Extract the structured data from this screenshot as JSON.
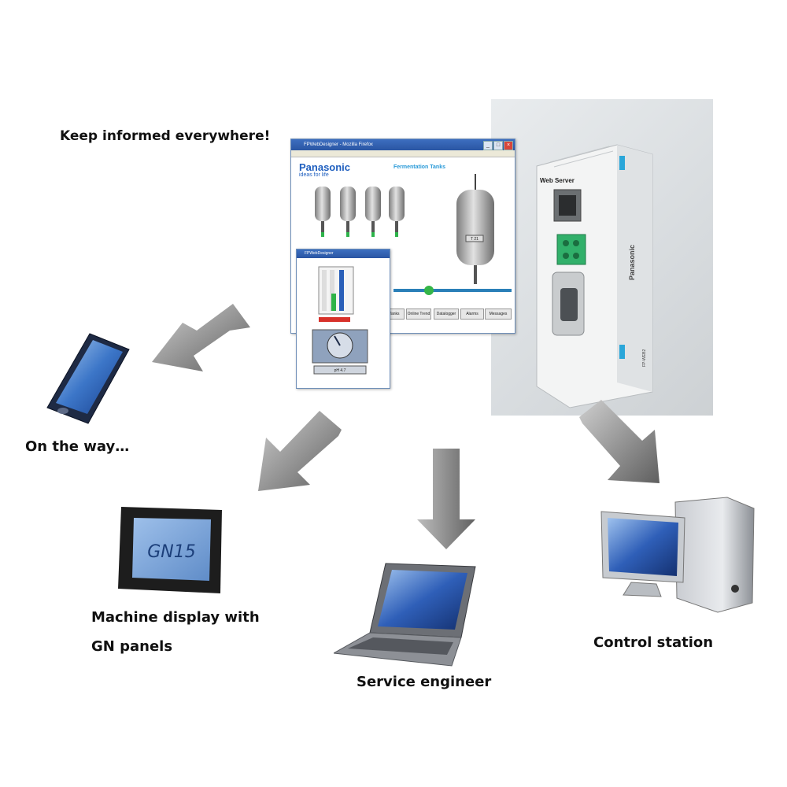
{
  "headline": "Keep informed everywhere!",
  "labels": {
    "mobile": "On the way…",
    "panel_line1": "Machine display with",
    "panel_line2": "GN panels",
    "laptop": "Service engineer",
    "station": "Control station"
  },
  "panel_screen_text": "GN15",
  "browser": {
    "title": "FPWebDesigner - Mozilla Firefox",
    "brand": "Panasonic",
    "slogan": "ideas for life",
    "heading": "Fermentation Tanks",
    "nav_buttons": [
      "Tanks",
      "Online Trend",
      "Datalogger",
      "Alarms",
      "Messages"
    ],
    "popup_title": "FPWebDesigner",
    "popup_gauge_label": "pH 4.7",
    "tank_tag": "T 21"
  },
  "web_server": {
    "module_label": "Web Server",
    "brand": "Panasonic",
    "model": "FP-WEB2"
  },
  "colors": {
    "arrow": "#777777",
    "screen_blue": "#2f5fb8",
    "brand_blue": "#1f5fbf"
  }
}
